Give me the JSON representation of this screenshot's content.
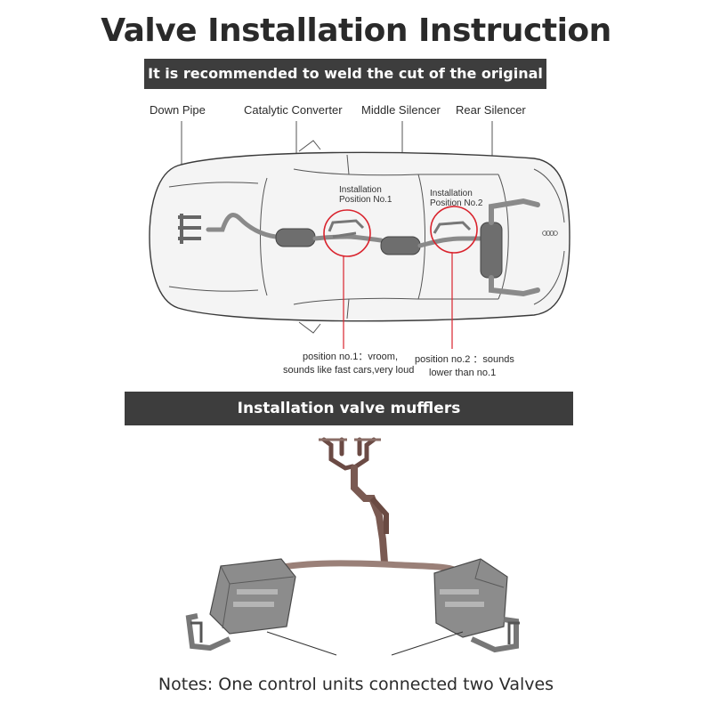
{
  "title": "Valve Installation Instruction",
  "banner_top": "It is recommended to weld the cut of the original car",
  "banner_bottom": "Installation valve mufflers",
  "parts": {
    "down_pipe": "Down Pipe",
    "catalytic_converter": "Catalytic Converter",
    "middle_silencer": "Middle Silencer",
    "rear_silencer": "Rear Silencer"
  },
  "positions": {
    "pos1_title_line1": "Installation",
    "pos1_title_line2": "Position No.1",
    "pos2_title_line1": "Installation",
    "pos2_title_line2": "Position No.2",
    "pos1_note_line1": "position no.1：vroom,",
    "pos1_note_line2": "sounds like fast cars,very loud",
    "pos2_note_line1": "position no.2 ：sounds",
    "pos2_note_line2": "lower than no.1"
  },
  "notes": "Notes:  One control units connected two Valves",
  "colors": {
    "banner_bg": "#3d3d3d",
    "highlight_circle": "#d9232d",
    "pipe": "#8a8a8a",
    "muffler": "#6e6e6e"
  }
}
